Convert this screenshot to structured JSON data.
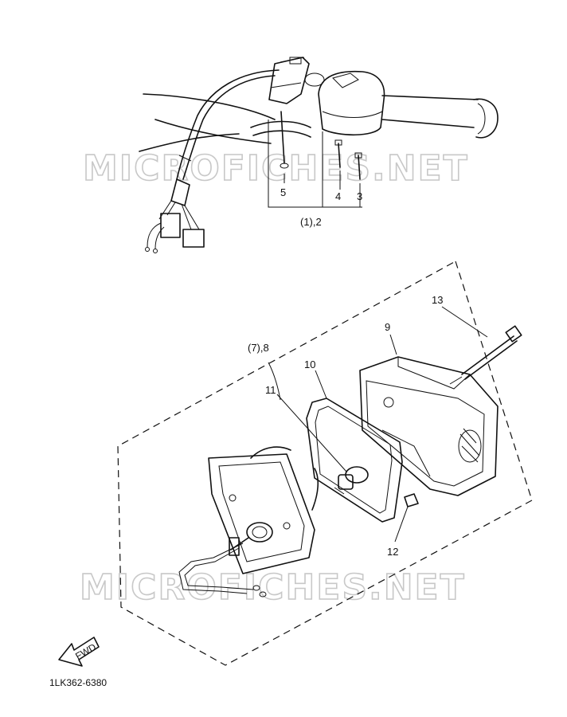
{
  "watermark": "MICROFICHES.NET",
  "part_labels": {
    "p1_2": "(1),2",
    "p3": "3",
    "p4": "4",
    "p5": "5",
    "p7_8": "(7),8",
    "p9": "9",
    "p10": "10",
    "p11": "11",
    "p12": "12",
    "p13": "13"
  },
  "fwd_label": "FWD",
  "diagram_code": "1LK362-6380"
}
